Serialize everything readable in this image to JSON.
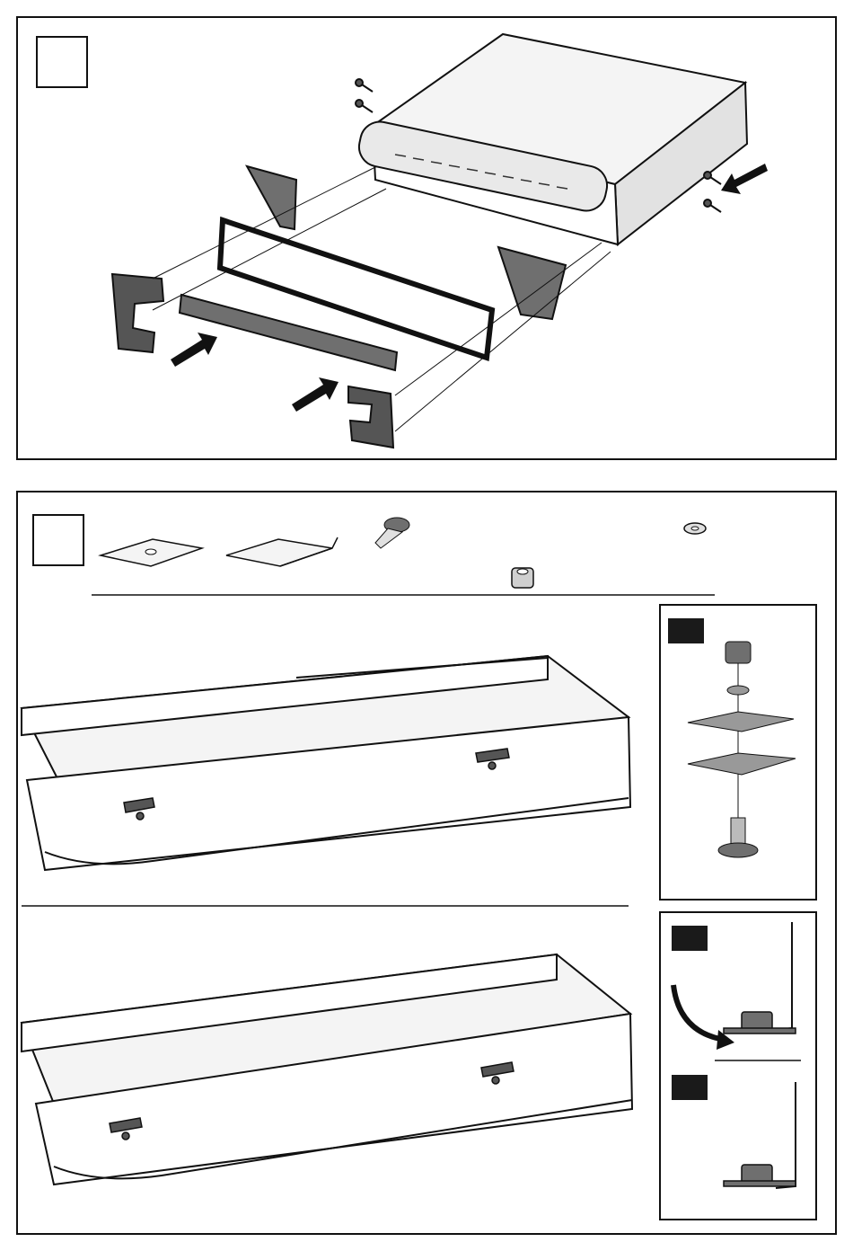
{
  "document": {
    "type": "assembly-instructions",
    "panels": [
      {
        "id": "panel-1",
        "step_number": ""
      },
      {
        "id": "panel-2",
        "step_number": ""
      }
    ]
  },
  "colors": {
    "line": "#111111",
    "part_fill": "#6f6f6f",
    "cap_fill": "#555555",
    "surface": "#f4f4f4",
    "tag_fill": "#1a1a1a"
  },
  "icons": [
    "arrow-icon",
    "screw-icon",
    "bolt-icon",
    "nut-icon",
    "washer-icon",
    "plate-icon",
    "allen-key-icon"
  ]
}
